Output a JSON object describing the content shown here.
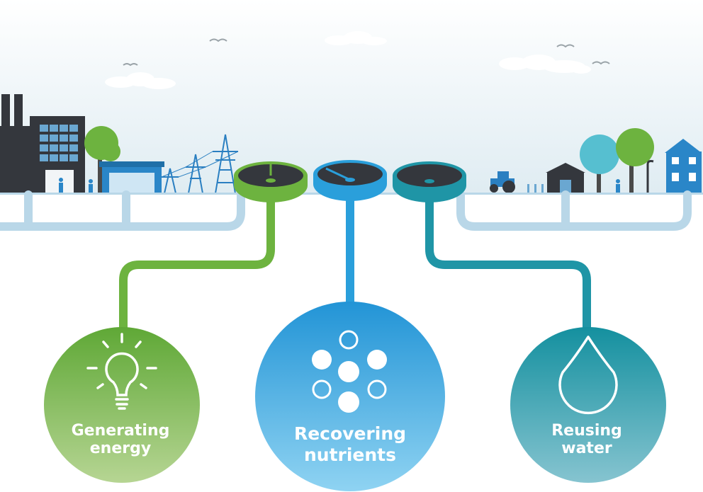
{
  "colors": {
    "energy_green": "#6db33f",
    "nutrients_blue": "#2a9fdb",
    "water_teal": "#1f95a6",
    "pipe_light": "#b9d7e8",
    "building_dark": "#34373d",
    "sky_light": "#e6f0f5"
  },
  "outcomes": [
    {
      "id": "energy",
      "icon": "lightbulb-icon",
      "line1": "Generating",
      "line2": "energy"
    },
    {
      "id": "nutrients",
      "icon": "nutrient-dots-icon",
      "line1": "Recovering",
      "line2": "nutrients"
    },
    {
      "id": "water",
      "icon": "water-drop-icon",
      "line1": "Reusing",
      "line2": "water"
    }
  ]
}
